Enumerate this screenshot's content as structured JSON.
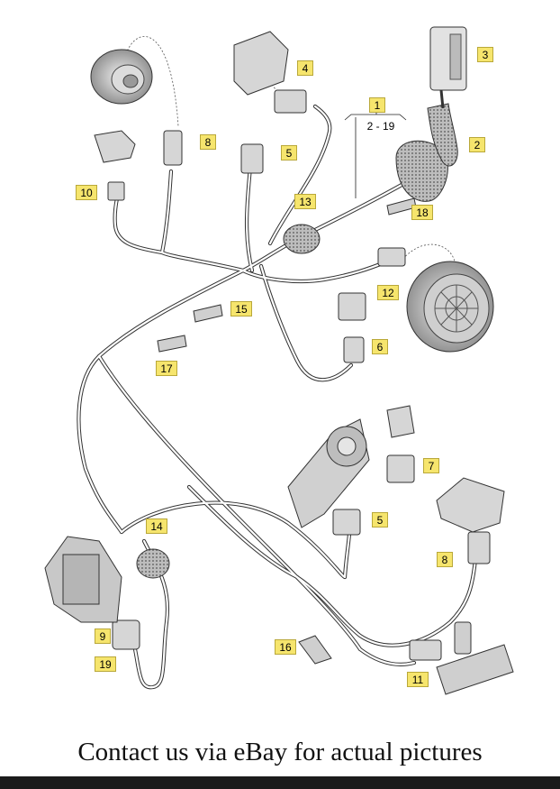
{
  "callouts": [
    {
      "id": "c1",
      "label": "1"
    },
    {
      "id": "c2",
      "label": "2"
    },
    {
      "id": "c3",
      "label": "3"
    },
    {
      "id": "c4",
      "label": "4"
    },
    {
      "id": "c5a",
      "label": "5"
    },
    {
      "id": "c5b",
      "label": "5"
    },
    {
      "id": "c6",
      "label": "6"
    },
    {
      "id": "c7",
      "label": "7"
    },
    {
      "id": "c8a",
      "label": "8"
    },
    {
      "id": "c8b",
      "label": "8"
    },
    {
      "id": "c9",
      "label": "9"
    },
    {
      "id": "c10",
      "label": "10"
    },
    {
      "id": "c11",
      "label": "11"
    },
    {
      "id": "c12",
      "label": "12"
    },
    {
      "id": "c13",
      "label": "13"
    },
    {
      "id": "c14",
      "label": "14"
    },
    {
      "id": "c15",
      "label": "15"
    },
    {
      "id": "c16",
      "label": "16"
    },
    {
      "id": "c17",
      "label": "17"
    },
    {
      "id": "c18",
      "label": "18"
    },
    {
      "id": "c19",
      "label": "19"
    }
  ],
  "range_label": "2 - 19",
  "caption": "Contact us via eBay for actual pictures"
}
